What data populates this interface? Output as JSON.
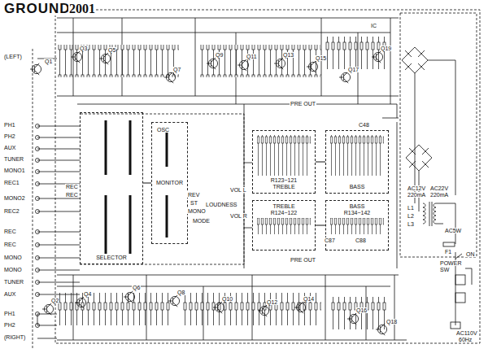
{
  "diagram": {
    "title": "GROUND",
    "nodes": [
      {
        "text": [
          "SELECTOR"
        ]
      },
      {
        "text": [
          "MONITOR"
        ]
      },
      {
        "text": [
          "R123~121",
          "TREBLE"
        ]
      },
      {
        "text": [
          "BASS"
        ]
      },
      {
        "text": [
          "TREBLE",
          "R124~122"
        ]
      },
      {
        "text": [
          "BASS",
          "R134~142"
        ]
      }
    ],
    "edges": [
      {
        "from": 0,
        "to": 1,
        "arrow": "none"
      },
      {
        "from": 2,
        "to": 3,
        "arrow": "none"
      },
      {
        "from": 4,
        "to": 5,
        "arrow": "none"
      }
    ],
    "labels": [
      "2001",
      "(LEFT)",
      "PH1",
      "PH2",
      "AUX",
      "TUNER",
      "MONO1",
      "REC1",
      "MONO2",
      "REC2",
      "REC",
      "REC",
      "MONO",
      "MONO",
      "TUNER",
      "AUX",
      "PH1",
      "PH2",
      "(RIGHT)",
      "REC",
      "REC",
      "OSC",
      "REV",
      "ST",
      "MONO",
      "MODE",
      "LOUDNESS",
      "VOL L",
      "VOL R",
      "PRE OUT",
      "PRE OUT",
      "C48",
      "C87",
      "C88",
      "Q1",
      "Q3",
      "Q5",
      "Q7",
      "Q9",
      "Q11",
      "Q13",
      "Q15",
      "Q17",
      "Q19",
      "Q2",
      "Q4",
      "Q6",
      "Q8",
      "Q10",
      "Q12",
      "Q14",
      "Q16",
      "Q18",
      "IC",
      "AC12V",
      "220mA",
      "AC22V",
      "220mA",
      "L1",
      "L2",
      "L3",
      "AC5W",
      "F1",
      "ON",
      "POWER",
      "SW",
      "AC110V",
      "60Hz"
    ]
  }
}
